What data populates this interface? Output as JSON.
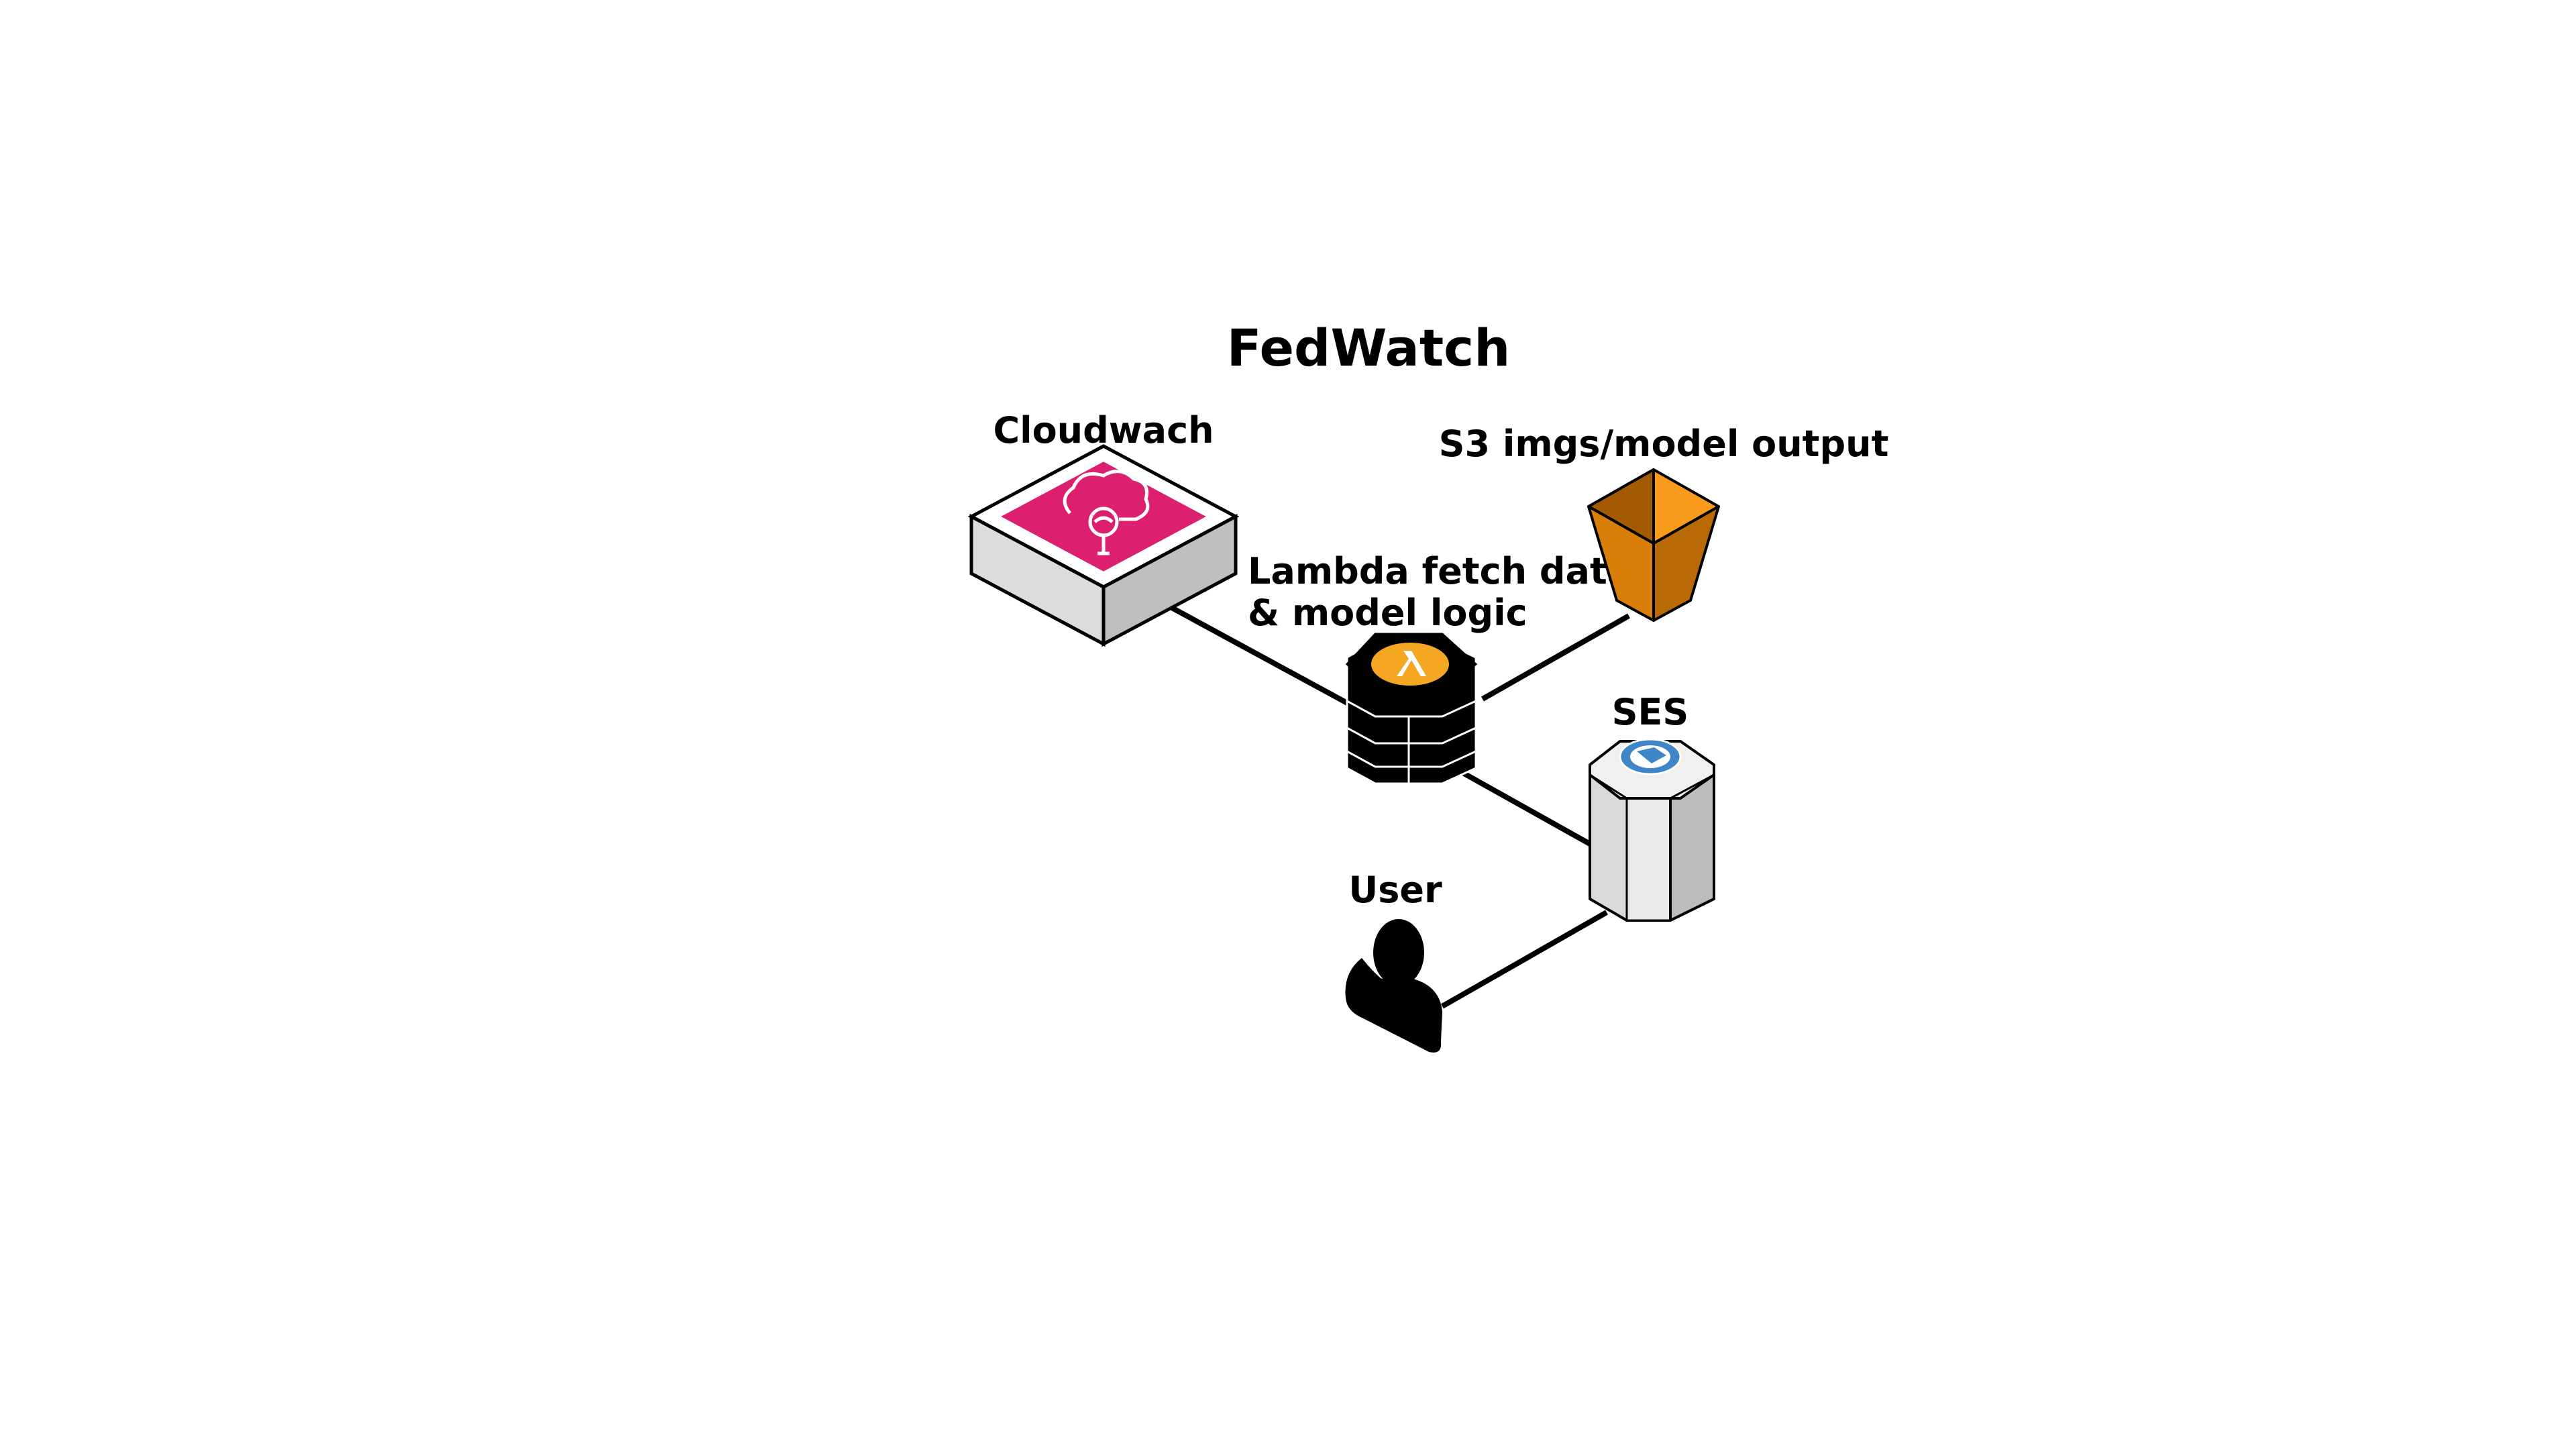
{
  "diagram": {
    "title": "FedWatch",
    "nodes": {
      "cloudwatch": {
        "label": "Cloudwach",
        "icon": "cloudwatch-icon",
        "color": "#e7157b"
      },
      "lambda": {
        "label_line1": "Lambda fetch data",
        "label_line2": "& model logic",
        "icon": "lambda-icon",
        "color": "#f5a623"
      },
      "s3": {
        "label": "S3 imgs/model output",
        "icon": "s3-bucket-icon",
        "color": "#d9820a"
      },
      "ses": {
        "label": "SES",
        "icon": "ses-envelope-icon",
        "color": "#3f86c8"
      },
      "user": {
        "label": "User",
        "icon": "user-icon"
      }
    },
    "edges": [
      {
        "from": "Cloudwach",
        "to": "Lambda fetch data & model logic",
        "direction": "forward"
      },
      {
        "from": "Lambda fetch data & model logic",
        "to": "S3 imgs/model output",
        "direction": "both"
      },
      {
        "from": "Lambda fetch data & model logic",
        "to": "SES",
        "direction": "forward"
      },
      {
        "from": "SES",
        "to": "User",
        "direction": "forward"
      }
    ]
  }
}
